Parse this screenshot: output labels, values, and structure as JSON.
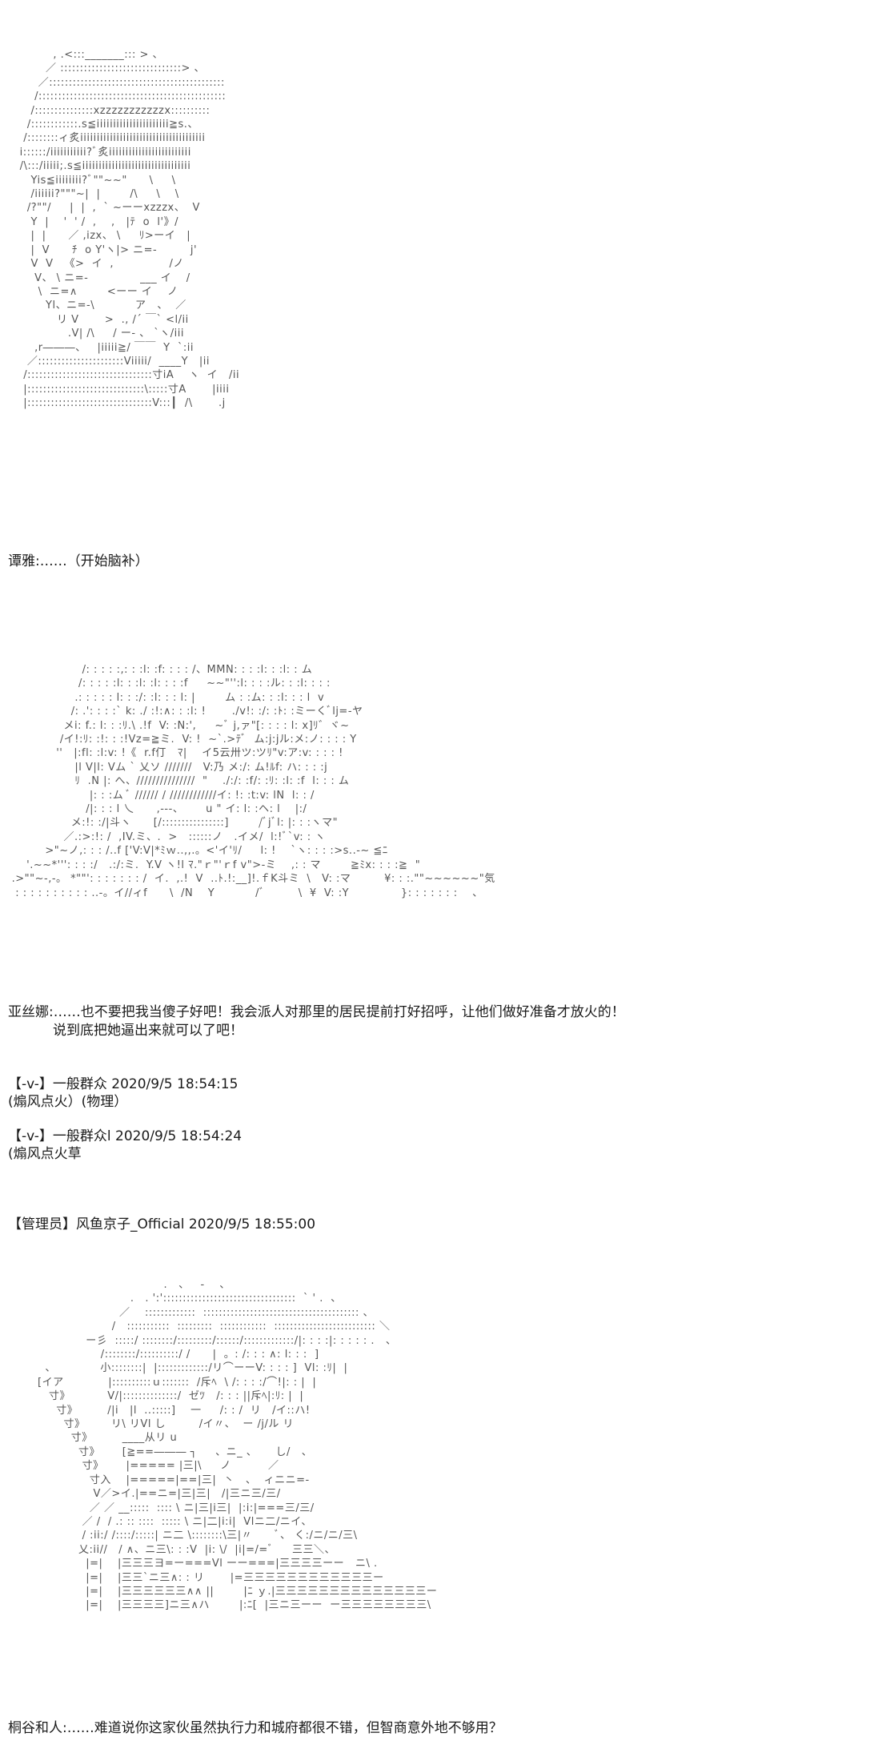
{
  "art": {
    "kirito_top": "          , .<:::_______::: > 、\n        ／ :::::::::::::::::::::::::::::::> 、\n      ／:::::::::::::::::::::::::::::::::::::::::::::\n     /::::::::::::::::::::::::::::::::::::::::::::::::\n    /:::::::::::::::xzzzzzzzzzzzx::::::::::\n   /::::::::::::.s≦iiiiiiiiiiiiiiiiiiiiii≧s.、\n  /::::::::ィ炙iiiiiiiiiiiiiiiiiiiiiiiiiiiiiiiiiiiiii\n i::::::/iiiiiiiiiii?ﾞ炙iiiiiiiiiiiiiiiiiiiiiiiii\n /\\:::/iiiii;.s≦iiiiiiiiiiiiiiiiiiiiiiiiiiiiiiiii\n    Yis≦iiiiiiii?ﾞ\"\"~~\"      \\     \\\n    /iiiiii?\"\"\"~|  |        /\\     \\    \\\n   /?\"\"/     |  |  ,  ` ~ーーxzzzx、  V\n    Y  |    '  ' /  ,    ,   |ﾃ  o  l'》/\n    |  |      ／ ,izx、 \\     ﾘ>ーイ   |\n    |  V      ﾁ  o Y'ヽ|> ニ=-         j'\n    V  V   《>  イ  ,               /ノ\n     V、 \\ ニ=-              ___ イ    /\n      \\  ニ=∧        <ーー イ    ノ\n        Yl、ニ=-\\           ア   、  ／\n           リ V       >  ., /´ ￣` <l/ii\n              .V| /\\     / ー- 、 `ヽ/iii\n     ,r―――、   |iiiii≧/ ￣￣  Y  `:ii\n   ／::::::::::::::::::::::Viiiii/  ____Y   |ii\n  /::::::::::::::::::::::::::::::::寸iA    ヽ  イ   /ii\n  |::::::::::::::::::::::::::::::\\:::::寸A       |iiii\n  |::::::::::::::::::::::::::::::::V:::┃  /\\       .j",
    "asuna": "                    /: : : : :,: : :l: :f: : : : /、MMN: : : :l: : :l: : ム\n                   /: : : : :l: : :l: :l: : : :f     ~~\"'':l: : : :ル: : :l: : : :\n                  .: : : : : l: : :/: :l: : : l: |        ム : :ム: : :l: : : l  v\n                 /: .': : : :` k: ./ :!:∧: : :l: !       ./v!: :/: :ﾄ: :ミーくﾞlj=-ヤ\n               メi: f.: l: : :ﾘ.\\ .!f  V: :N:',     ~ﾞ j,ァ\"[: : : : l: x]ﾘ゛ヾ~\n              /イ!:ﾘ: :!: : :!Vz=≧ミ.  V: !  ~`.>ﾃﾞ  ム:j:jル:メ:ノ: : : : Y\n             ''   |:fl: :l:v: !《  r.f仃   ﾏ|    イ5云卅ツ:ツﾘ\"v:ア:v: : : : !\n                  |l V|l: Vム ` 乂ソ ///////   V:乃 メ:/: ム!ﾙf: ハ: : : :j\n                  ﾘ  .N |: へ、///////////////  \"    ./:/: :f/: :ﾘ: :l: :f  l: : : ム\n                      |: : :ム ﾞ ////// / ////////////イ: !: :t:v: lN  l: : /\n                     /|: : : l 乀      ,---、      u \" イ: l: :ヘ: l    |:/\n                 メ:!: :/|斗ヽ      [/::::::::::::::::]        /ﾞjﾞl: |: : :ヽマ\"\n               ／.:>:!: /  ,IV.ミ、.  >   ::::::ノ   .イメ/  l:!ﾞ`v: : ヽ\n          >\"~ノ,: : : /..f ['V:V|*ﾐｗ..,,.。<'イ'ﾘ/     l: !    `ヽ: : : :>s..-~ ≦ﾆ\n     '.~~*''': : : :/   .:/:ミ.  Y.V ヽ!l ﾏ.\"ｒ\"'ｒf v\">-ミ    ,: : マ        ≧ﾐx: : : :≧  \"\n .>\"\"~-,-。 *\"\"': : : : : : : /  イ.  ,.!  V  ..ﾄ.!:__]!.ｆK斗ミ  \\   V: :マ         ¥: : :.\"\"~~~~~~\"気\n  : : : : : : : : : : ..-。イ//ィf      \\  /N    Y           /ﾞ         \\  ¥  V: :Y              }: : : : : : :    、",
    "kirito_bottom": "                                          .   、   -    、\n                                 .   . ':'::::::::::::::::::::::::::::::::::  ` ' .  、\n                              ／    :::::::::::::  :::::::::::::::::::::::::::::::::::::::: 、\n                            /   :::::::::::  :::::::::  ::::::::::::  :::::::::::::::::::::::::: ＼\n                     ー彡  :::::/ ::::::::/:::::::::/::::::/:::::::::::::/|: : : :|: : : : : .   、\n                         /::::::::/::::::::::/ /      |  。: /: : : ∧: l: : :  ]\n          、            小::::::::|  |:::::::::::::/リ⌒ーーV: : : : ]  Vl: :ﾘ|  |\n        [イア            |::::::::::ｕ:::::::  /斥ﾍ  \\ /: : : :/⌒!|: : |  |\n           寸》          V/|::::::::::::::/  ゼﾂ   /: : : ||斥ﾍ|:ﾘ: |  |\n             寸》        /|i   |l  ..:::::]    一     /: : /  リ   /イ::ハ!\n               寸》       リ\\ リVl し         /イ〃、  ー /j/ル リ\n                 寸》        ____从リ u\n                   寸》      [≧==――― ┐     、ニ_ 、     し/   、\n                    寸》      |===== |三|\\     ノ          ／\n                      寸入    |=====|==|三|  丶   、  ィニニ=-\n                       V／>イ.|==ニ=|三|三|   /|三ニ三/三/\n                      ／ ／ __:::::  :::: \\ ニ|三|i三|  |:i:|===三/三/\n                    ／ /  / .: :: ::::  ::::: \\ ニ|二|i:i|  Vlニ二/ニイ、\n                    / :ii:/ /::::/:::::| ニ二 \\::::::::\\三|〃      ﾞ、 く:/ニ/ニ/三\\\n                   乂:ii//   / ∧、ニ三\\: : :V  |i: \\/  |i|=/=ﾞ     三三＼、\n                     |=|    |三三三ヨ=ー===Vl ーー===|三三三三ーー   ニ\\ .\n                     |=|    |三三`ニ三∧: : リ       |=三三三三三三三三三三三三ー\n                     |=|    |三三三三三三∧∧ ||        |ﾆ ｙ.|三三三三三三三三三三三三三三ー\n                     |=|    |三三三三]ニ三∧ハ        |:ﾆ[  |三ニ三ーー  ー三三三三三三三三\\"
  },
  "dialogue": {
    "tanya": "谭雅:……（开始脑补）",
    "asuna_line1": "亚丝娜:……也不要把我当傻子好吧！我会派人对那里的居民提前打好招呼，让他们做好准备才放火的！",
    "asuna_line2": "说到底把她逼出来就可以了吧！",
    "comment1_header": "【-v-】一般群众 2020/9/5 18:54:15",
    "comment1_body": "(煽风点火）(物理）",
    "comment2_header": "【-v-】一般群众l 2020/9/5 18:54:24",
    "comment2_body": "(煽风点火草",
    "admin_header": "【管理员】风鱼京子_Official 2020/9/5 18:55:00",
    "kirito": "桐谷和人:……难道说你这家伙虽然执行力和城府都很不错，但智商意外地不够用？"
  }
}
